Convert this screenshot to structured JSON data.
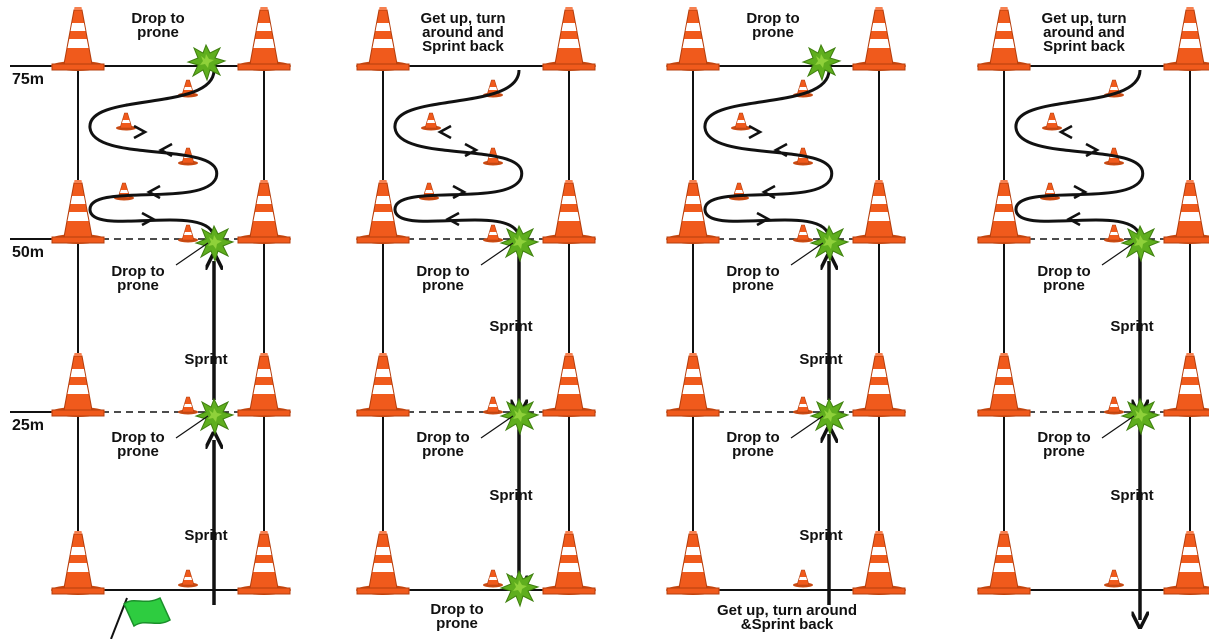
{
  "distance_markers": [
    "75m",
    "50m",
    "25m"
  ],
  "colors": {
    "cone_orange": "#f05a1c",
    "cone_stripe": "#ffffff",
    "splat_green": "#5fae1e",
    "flag_green": "#2ecc40",
    "line": "#111111"
  },
  "icons": [
    "traffic-cone-icon",
    "green-splat-icon",
    "start-flag-icon",
    "arrow-icon"
  ],
  "panels": [
    {
      "labels": {
        "top": [
          "Drop to",
          "prone"
        ],
        "mid50": [
          "Drop to",
          "prone"
        ],
        "sprint1": "Sprint",
        "mid25": [
          "Drop to",
          "prone"
        ],
        "sprint2": "Sprint"
      }
    },
    {
      "labels": {
        "top": [
          "Get up, turn",
          "around and",
          "Sprint back"
        ],
        "mid50": [
          "Drop to",
          "prone"
        ],
        "sprint1": "Sprint",
        "mid25": [
          "Drop to",
          "prone"
        ],
        "sprint2": "Sprint",
        "bottom": [
          "Drop to",
          "prone"
        ]
      }
    },
    {
      "labels": {
        "top": [
          "Drop to",
          "prone"
        ],
        "mid50": [
          "Drop to",
          "prone"
        ],
        "sprint1": "Sprint",
        "mid25": [
          "Drop to",
          "prone"
        ],
        "sprint2": "Sprint",
        "bottom": [
          "Get up, turn around",
          "&Sprint back"
        ]
      }
    },
    {
      "labels": {
        "top": [
          "Get up, turn",
          "around and",
          "Sprint back"
        ],
        "mid50": [
          "Drop to",
          "prone"
        ],
        "sprint1": "Sprint",
        "mid25": [
          "Drop to",
          "prone"
        ],
        "sprint2": "Sprint"
      }
    }
  ]
}
